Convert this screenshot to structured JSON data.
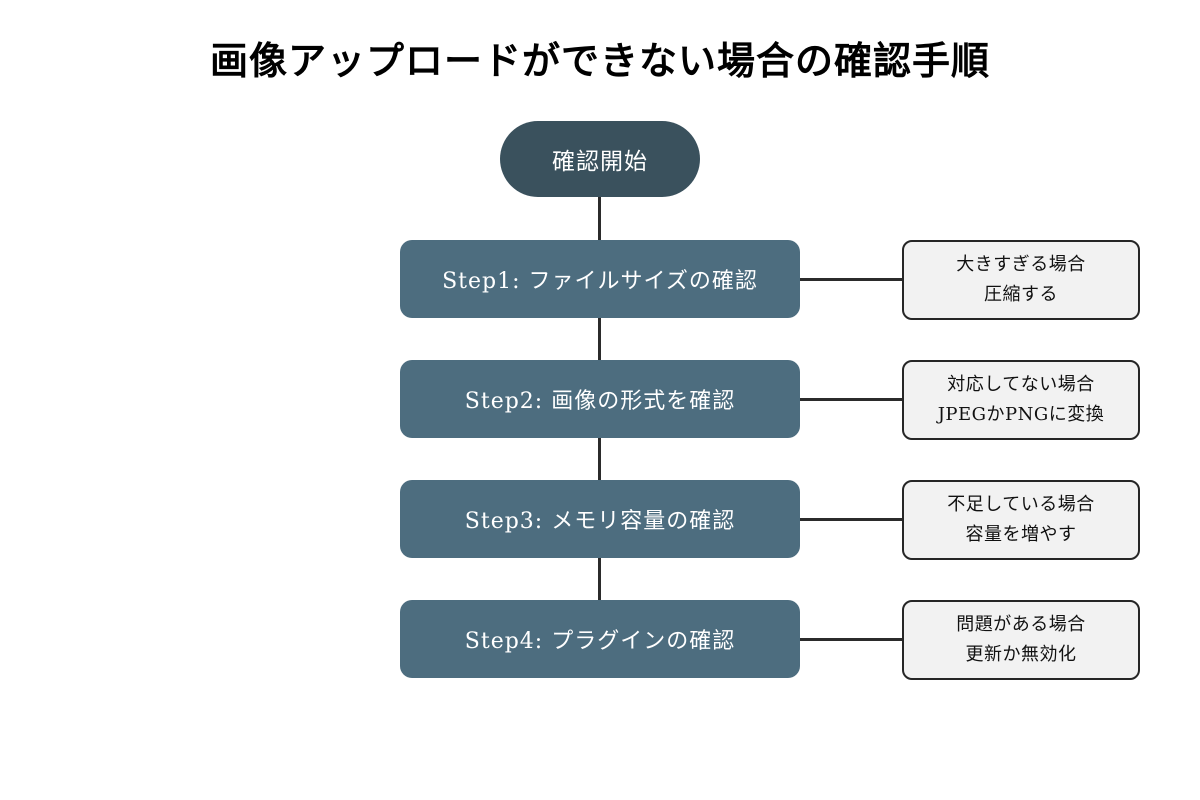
{
  "title": "画像アップロードができない場合の確認手順",
  "start": {
    "label": "確認開始"
  },
  "steps": [
    {
      "label": "Step1: ファイルサイズの確認",
      "note_line1": "大きすぎる場合",
      "note_line2": "圧縮する"
    },
    {
      "label": "Step2: 画像の形式を確認",
      "note_line1": "対応してない場合",
      "note_line2": "JPEGかPNGに変換"
    },
    {
      "label": "Step3: メモリ容量の確認",
      "note_line1": "不足している場合",
      "note_line2": "容量を増やす"
    },
    {
      "label": "Step4: プラグインの確認",
      "note_line1": "問題がある場合",
      "note_line2": "更新か無効化"
    }
  ],
  "colors": {
    "canvas_bg": "#ffffff",
    "title_text": "#000000",
    "start_bg": "#3a515d",
    "step_bg": "#4d6d7f",
    "note_bg": "#f2f2f2",
    "note_border": "#262626",
    "connector": "#2b2b2b",
    "light_text": "#ffffff",
    "dark_text": "#111111"
  }
}
